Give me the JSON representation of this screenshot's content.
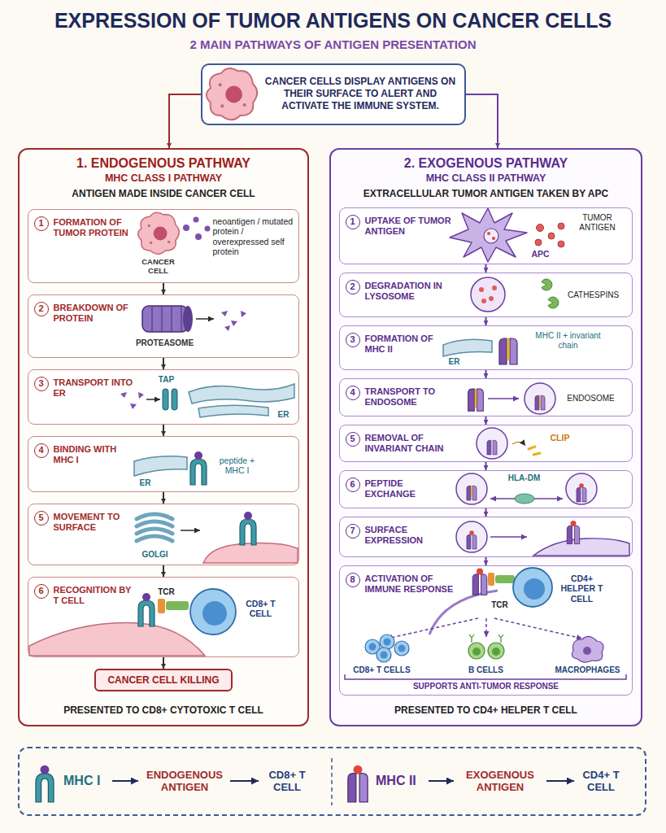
{
  "diagram": {
    "title": "EXPRESSION OF TUMOR ANTIGENS ON CANCER CELLS",
    "nodes": [
      {
        "text": [
          "CANCER CELLS DISPLAY ANTIGENS ON THEIR SURFACE TO ALERT AND ACTIVATE THE IMMUNE SYSTEM."
        ]
      },
      {
        "text": [
          "1. ENDOGENOUS PATHWAY",
          "MHC CLASS I PATHWAY",
          "ANTIGEN MADE INSIDE CANCER CELL",
          "PRESENTED TO CD8+ CYTOTOXIC T CELL"
        ]
      },
      {
        "text": [
          "1",
          "FORMATION OF TUMOR PROTEIN",
          "CANCER CELL",
          "neoantigen / mutated protein / overexpressed self protein"
        ],
        "in": 1
      },
      {
        "text": [
          "2",
          "BREAKDOWN OF PROTEIN",
          "PROTEASOME"
        ],
        "in": 1
      },
      {
        "text": [
          "3",
          "TRANSPORT INTO ER",
          "TAP",
          "ER"
        ],
        "in": 1
      },
      {
        "text": [
          "4",
          "BINDING WITH MHC I",
          "ER",
          "peptide + MHC I"
        ],
        "in": 1
      },
      {
        "text": [
          "5",
          "MOVEMENT TO SURFACE",
          "GOLGI"
        ],
        "in": 1
      },
      {
        "text": [
          "6",
          "RECOGNITION BY T CELL",
          "TCR",
          "CD8+ T CELL"
        ],
        "in": 1
      },
      {
        "text": [
          "CANCER CELL KILLING"
        ],
        "in": 1
      },
      {
        "text": [
          "2. EXOGENOUS PATHWAY",
          "MHC CLASS II PATHWAY",
          "EXTRACELLULAR TUMOR ANTIGEN TAKEN BY APC",
          "PRESENTED TO CD4+ HELPER T CELL"
        ]
      },
      {
        "text": [
          "1",
          "UPTAKE OF TUMOR ANTIGEN",
          "TUMOR ANTIGEN",
          "APC"
        ],
        "in": 9
      },
      {
        "text": [
          "2",
          "DEGRADATION IN LYSOSOME",
          "CATHESPINS"
        ],
        "in": 9
      },
      {
        "text": [
          "3",
          "FORMATION OF MHC II",
          "ER",
          "MHC II + invariant chain"
        ],
        "in": 9
      },
      {
        "text": [
          "4",
          "TRANSPORT TO ENDOSOME",
          "ENDOSOME"
        ],
        "in": 9
      },
      {
        "text": [
          "5",
          "REMOVAL OF INVARIANT CHAIN",
          "CLIP"
        ],
        "in": 9
      },
      {
        "text": [
          "6",
          "PEPTIDE EXCHANGE",
          "HLA-DM"
        ],
        "in": 9
      },
      {
        "text": [
          "7",
          "SURFACE EXPRESSION"
        ],
        "in": 9
      },
      {
        "text": [
          "8",
          "ACTIVATION OF IMMUNE RESPONSE",
          "TCR",
          "CD4+ HELPER T CELL",
          "CD8+ T CELLS",
          "B CELLS",
          "MACROPHAGES",
          "SUPPORTS ANTI-TUMOR RESPONSE"
        ],
        "in": 9
      },
      {
        "text": [
          "MHC I",
          "ENDOGENOUS ANTIGEN",
          "CD8+ T CELL",
          "MHC II",
          "EXOGENOUS ANTIGEN",
          "CD4+ T CELL"
        ]
      }
    ],
    "edges": [
      {
        "from": 0,
        "to": 1,
        "arrow": "to"
      },
      {
        "from": 0,
        "to": 9,
        "arrow": "to"
      },
      {
        "from": 2,
        "to": 3,
        "arrow": "to"
      },
      {
        "from": 3,
        "to": 4,
        "arrow": "to"
      },
      {
        "from": 4,
        "to": 5,
        "arrow": "to"
      },
      {
        "from": 5,
        "to": 6,
        "arrow": "to"
      },
      {
        "from": 6,
        "to": 7,
        "arrow": "to"
      },
      {
        "from": 7,
        "to": 8,
        "arrow": "to"
      },
      {
        "from": 10,
        "to": 11,
        "arrow": "to"
      },
      {
        "from": 11,
        "to": 12,
        "arrow": "to"
      },
      {
        "from": 12,
        "to": 13,
        "arrow": "to"
      },
      {
        "from": 13,
        "to": 14,
        "arrow": "to"
      },
      {
        "from": 14,
        "to": 15,
        "arrow": "to"
      },
      {
        "from": 15,
        "to": 16,
        "arrow": "to"
      },
      {
        "from": 16,
        "to": 17,
        "arrow": "to"
      }
    ],
    "labels": [
      "2 MAIN PATHWAYS OF ANTIGEN PRESENTATION"
    ]
  }
}
